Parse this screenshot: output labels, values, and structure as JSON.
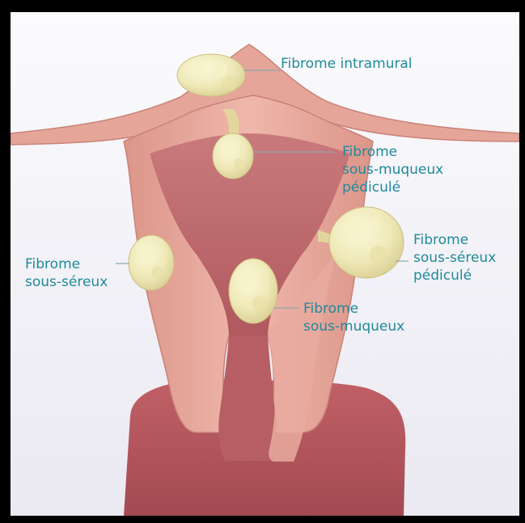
{
  "labels": {
    "intramural": [
      "Fibrome intramural"
    ],
    "sous_muqueux_pedicule": [
      "Fibrome",
      "sous-muqueux",
      "pédiculé"
    ],
    "sous_sereux_pedicule": [
      "Fibrome",
      "sous-séreux",
      "pédiculé"
    ],
    "sous_sereux": [
      "Fibrome",
      "sous-séreux"
    ],
    "sous_muqueux": [
      "Fibrome",
      "sous-muqueux"
    ]
  },
  "colors": {
    "label_text": "#1f8a9a",
    "leader_line": "#8fa7ad",
    "uterine_wall": "#e9aa9f",
    "cavity": "#bf6c70",
    "fibroid": "#efe9b8",
    "frame": "#000000"
  }
}
